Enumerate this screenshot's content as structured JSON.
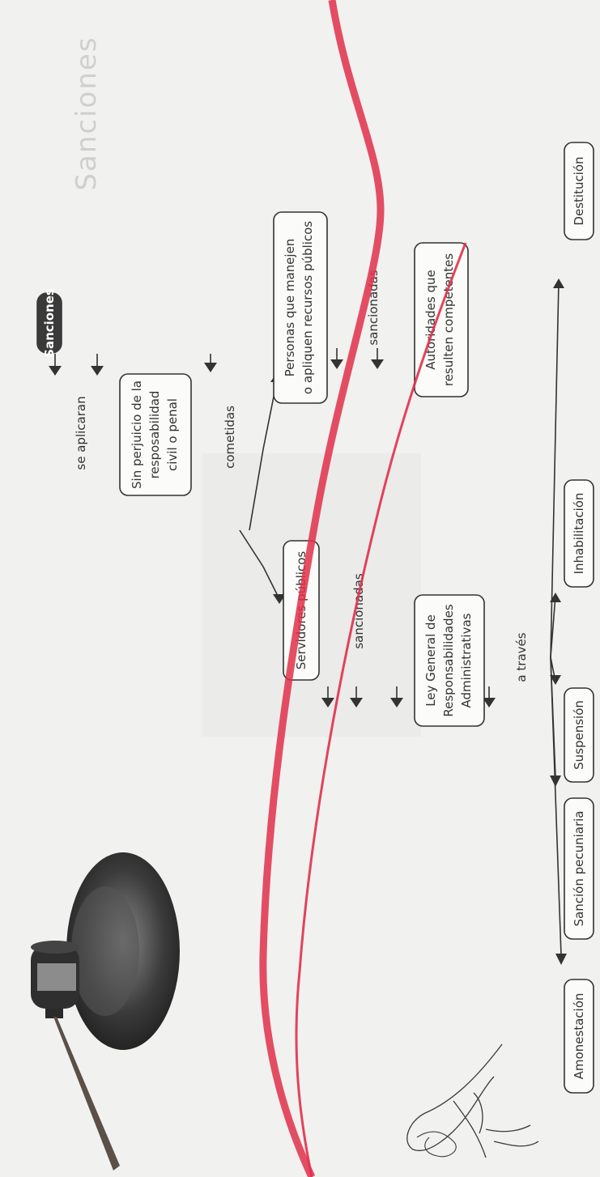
{
  "title": "Sanciones",
  "nodes": {
    "sanciones": "Sanciones",
    "sin_perjuicio": [
      "Sin perjuicio de la",
      "resposabilidad",
      "civil o penal"
    ],
    "personas": [
      "Personas que manejen",
      "o apliquen recursos públicos"
    ],
    "servidores": "Servidores públicos",
    "autoridades": [
      "Autoridades que",
      "resulten competentes"
    ],
    "ley": [
      "Ley General de",
      "Responsabilidades",
      "Administrativas"
    ],
    "amonestacion": "Amonestación",
    "sancion_pecuniaria": "Sanción pecuniaria",
    "suspension": "Suspensión",
    "inhabilitacion": "Inhabilitación",
    "destitucion": "Destitución"
  },
  "links": {
    "se_aplicaran": "se aplicaran",
    "cometidas": "cometidas",
    "sancionadas_1": "sancionadas",
    "sancionadas_2": "sancionadas",
    "a_traves": "a través"
  },
  "colors": {
    "ink": "#333333",
    "dark_node": "#3a3a3a",
    "red_pen": "#e0304a",
    "paper": "#f1f1ef"
  }
}
